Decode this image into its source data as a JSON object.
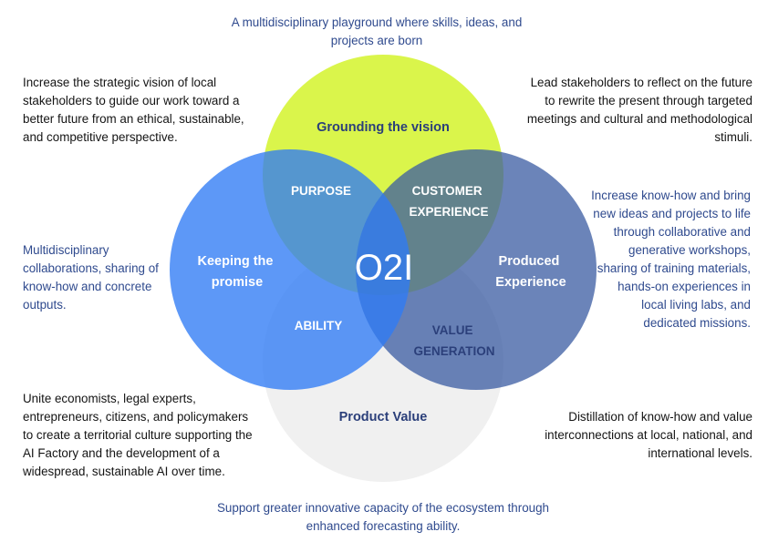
{
  "center_label": "O2I",
  "circles": {
    "top": {
      "label": "Grounding the vision",
      "color": "#d8f441"
    },
    "left": {
      "label_lines": [
        "Keeping the",
        "promise"
      ],
      "color": "#2f7bf5"
    },
    "right": {
      "label_lines": [
        "Produced",
        "Experience"
      ],
      "color": "#3a5ba2"
    },
    "bottom": {
      "label": "Product Value",
      "color": "#ebebeb"
    }
  },
  "intersections": {
    "purpose": "PURPOSE",
    "customer_experience": [
      "CUSTOMER",
      "EXPERIENCE"
    ],
    "ability": "ABILITY",
    "value_generation": [
      "VALUE",
      "GENERATION"
    ]
  },
  "notes": {
    "top": "A multidisciplinary playground where skills, ideas, and projects are born",
    "top_left": "Increase the strategic vision of local stakeholders to guide our work toward a better future from an ethical, sustainable, and competitive perspective.",
    "top_right": "Lead stakeholders to reflect on the future to rewrite the present through targeted meetings and cultural and methodological stimuli.",
    "left": "Multidisciplinary collaborations, sharing of know-how and concrete outputs.",
    "right": "Increase know-how and bring new ideas and projects to life through collaborative and generative workshops, sharing of training materials, hands-on experiences in local living labs, and dedicated missions.",
    "bottom_left": "Unite economists, legal experts, entrepreneurs, citizens, and policymakers to create a territorial culture supporting the AI Factory and the development of a widespread, sustainable AI over time.",
    "bottom_right": "Distillation of know-how and value interconnections at local, national, and international levels.",
    "bottom": "Support greater innovative capacity of the ecosystem through enhanced forecasting ability."
  }
}
